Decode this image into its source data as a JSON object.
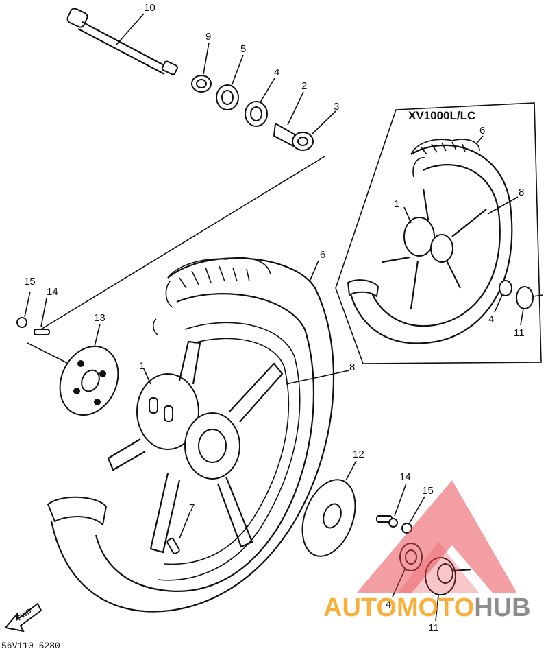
{
  "diagram": {
    "drawing_code": "56V110-5280",
    "variant_label": "XV1000L/LC",
    "fwd_label": "FWD",
    "callouts_main": {
      "axle": "10",
      "spacer_nut": "9",
      "bearing_left": "5",
      "bearing_right": "4",
      "collar": "2",
      "collar_cap": "3",
      "bolt_left": "15",
      "bolt_small_left": "14",
      "disc_left": "13",
      "hub": "1",
      "tire": "6",
      "valve_band": "8",
      "valve": "7",
      "disc_right": "12",
      "bolt_small_right": "14",
      "bolt_right": "15",
      "bearing_lower": "4",
      "hub_cap": "11"
    },
    "callouts_inset": {
      "tire": "6",
      "hub": "1",
      "valve_band": "8",
      "bearing": "4",
      "hub_cap": "11"
    }
  },
  "watermark": {
    "text_auto": "AUTO",
    "text_moto": "MOTO",
    "text_hub": "HUB",
    "color_red": "#e8414b",
    "color_orange": "#f7a21b",
    "color_gray": "#7a7a7a"
  }
}
